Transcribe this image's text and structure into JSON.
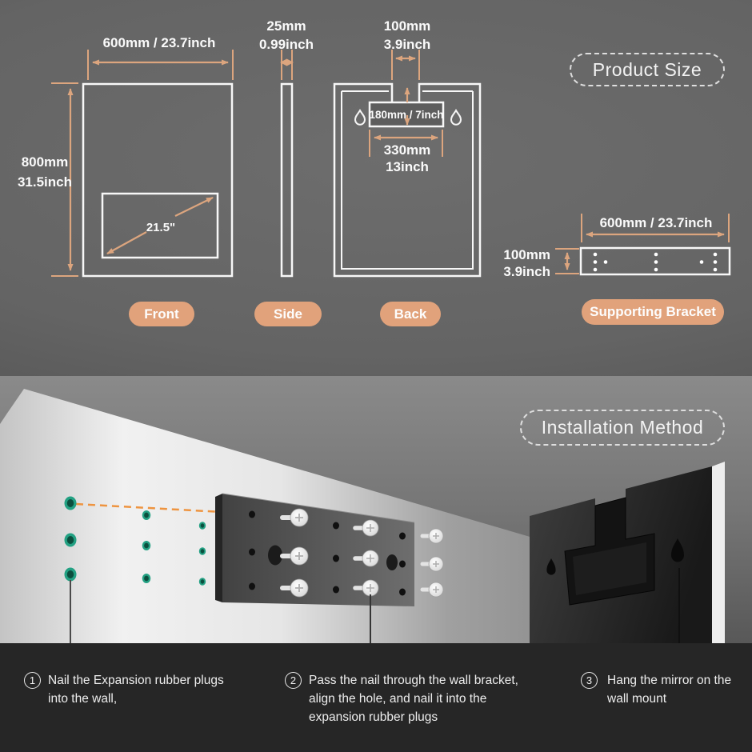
{
  "product_size": {
    "title": "Product Size",
    "front": {
      "tab": "Front",
      "width": "600mm / 23.7inch",
      "height_mm": "800mm",
      "height_inch": "31.5inch",
      "screen_diagonal": "21.5\""
    },
    "side": {
      "tab": "Side",
      "thickness_mm": "25mm",
      "thickness_inch": "0.99inch"
    },
    "back": {
      "tab": "Back",
      "hanger_width_mm": "100mm",
      "hanger_width_inch": "3.9inch",
      "bracket_box": "180mm / 7inch",
      "bracket_span_mm": "330mm",
      "bracket_span_inch": "13inch"
    },
    "bracket": {
      "tab": "Supporting Bracket",
      "width": "600mm / 23.7inch",
      "height_mm": "100mm",
      "height_inch": "3.9inch"
    }
  },
  "installation": {
    "title": "Installation Method",
    "steps": [
      {
        "number": "1",
        "text": "Nail the Expansion rubber plugs into the wall,"
      },
      {
        "number": "2",
        "text": "Pass the nail through the wall bracket, align the hole, and nail it into the expansion rubber plugs"
      },
      {
        "number": "3",
        "text": "Hang the mirror on the wall mount"
      }
    ]
  },
  "colors": {
    "accent_orange": "#dca57e",
    "pill_orange": "#e1a27b",
    "plug_green": "#1e8f72",
    "guide_dash_orange": "#ee9440",
    "outline_white": "#f7f7f7"
  }
}
